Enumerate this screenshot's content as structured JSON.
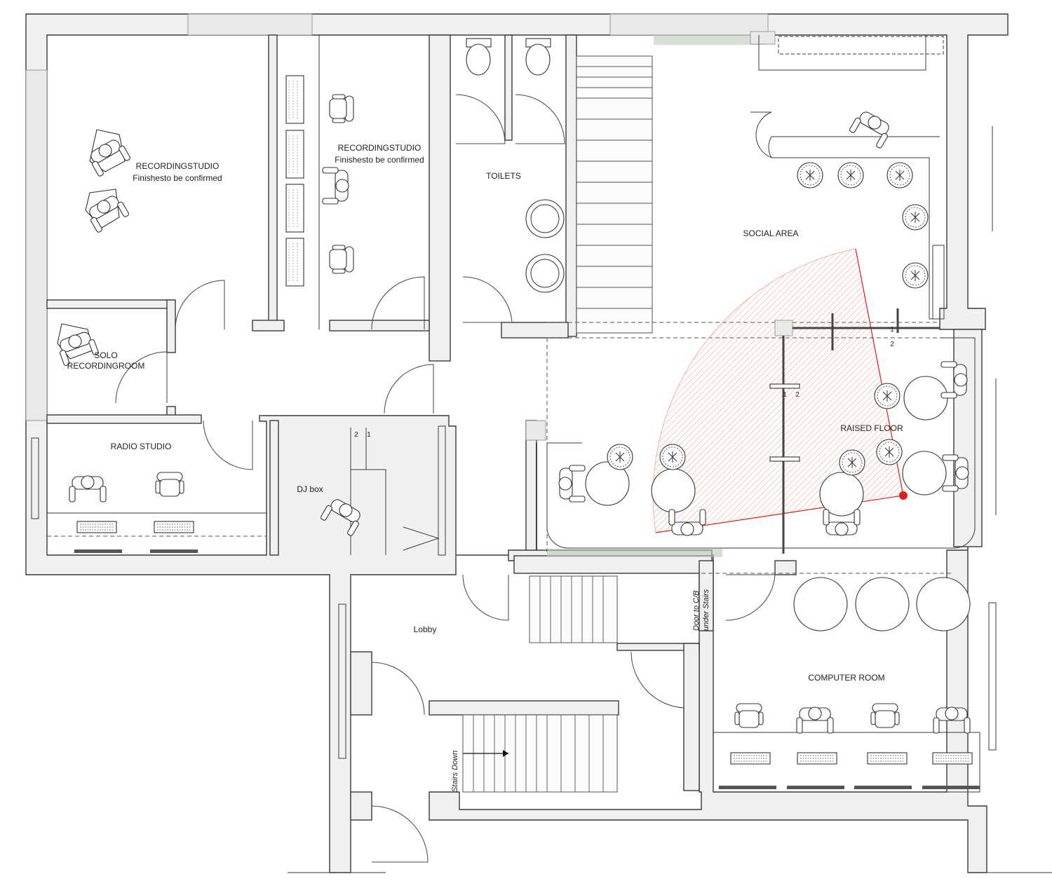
{
  "rooms": {
    "recording_studio_1": {
      "name": "RECORDINGSTUDIO",
      "note": "Finishesto be confirmed"
    },
    "recording_studio_2": {
      "name": "RECORDINGSTUDIO",
      "note": "Finishesto be confirmed"
    },
    "toilets": {
      "name": "TOILETS"
    },
    "social_area": {
      "name": "SOCIAL AREA"
    },
    "solo_recording_room": {
      "line1": "SOLO",
      "line2": "RECORDINGROOM"
    },
    "radio_studio": {
      "name": "RADIO STUDIO"
    },
    "dj_box": {
      "name": "DJ box"
    },
    "raised_floor": {
      "name": "RAISED FLOOR"
    },
    "lobby": {
      "name": "Lobby"
    },
    "computer_room": {
      "name": "COMPUTER ROOM"
    }
  },
  "annotations": {
    "door_under_stairs_line1": "Door to C/B",
    "door_under_stairs_line2": "under Stairs",
    "stairs_down": "Stairs Down",
    "section_mark_1": "1",
    "section_mark_2": "2"
  },
  "colors": {
    "view_cone": "#f2a89a",
    "view_point": "#e02020",
    "walls": "#3a3a3a",
    "wall_fill": "#f0f0f0",
    "planting": "#b9c9b5"
  },
  "icons": [
    "chair-icon",
    "person-icon",
    "keyboard-icon",
    "toilet-icon",
    "sink-icon",
    "stool-icon",
    "round-table-icon",
    "stair-arrow-icon",
    "camera-viewpoint-icon"
  ]
}
